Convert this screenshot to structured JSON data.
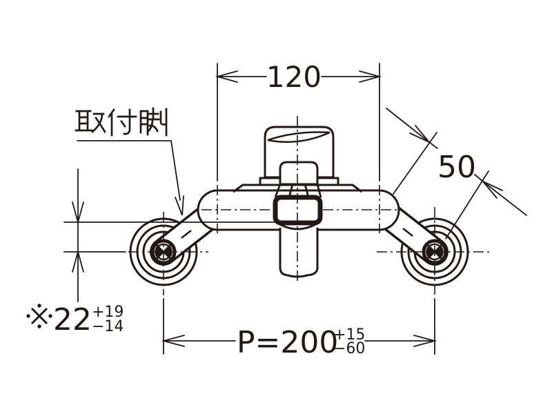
{
  "drawing": {
    "type": "technical-installation-diagram",
    "subject": "wall-mounted faucet front view",
    "ink_color": "#231815",
    "background_color": "#ffffff",
    "labels": {
      "mounting_leg": "取付脚"
    },
    "dimensions": {
      "top_width": "120",
      "leg_length": "50",
      "pitch_value": "P=200",
      "pitch_tol_plus": "+15",
      "pitch_tol_minus": "−60",
      "offset_prefix": "※",
      "offset_value": "22",
      "offset_tol_plus": "+19",
      "offset_tol_minus": "−14"
    }
  }
}
